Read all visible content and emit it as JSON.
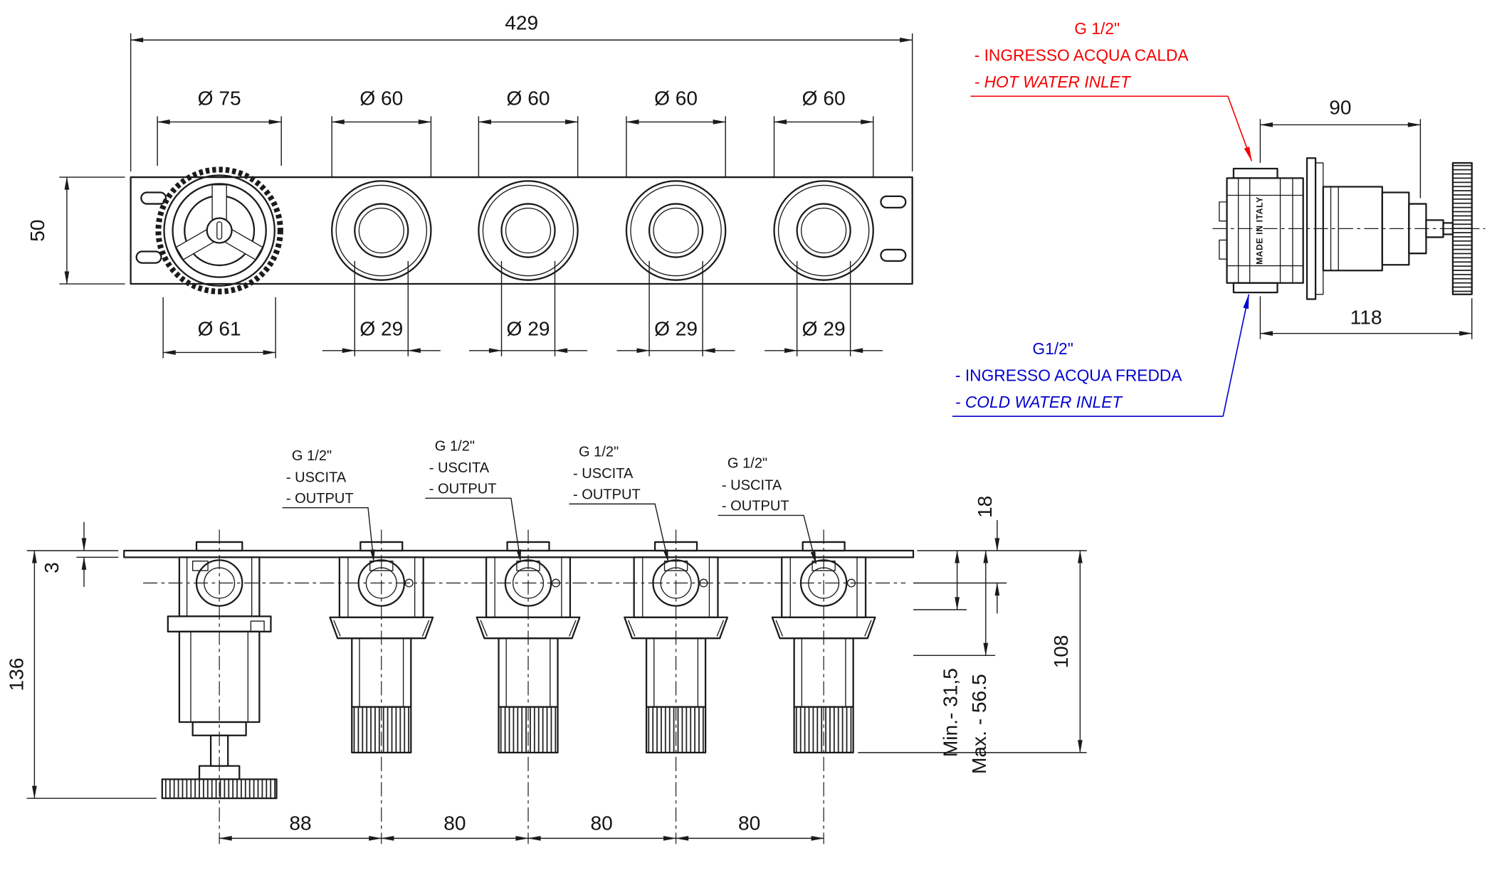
{
  "drawing": {
    "type": "technical-drawing-thermostatic-valve"
  },
  "colors": {
    "line": "#1b1b1b",
    "hot_inlet": "#f40000",
    "cold_inlet": "#0202cc"
  },
  "front_view": {
    "dim_total_width": "429",
    "dim_plate_height": "50",
    "dim_knob_large": "Ø 75",
    "dim_knob_small": "Ø 60",
    "dim_base_large": "Ø 61",
    "dim_stem_small": "Ø 29"
  },
  "side_view": {
    "dim_body_depth": "90",
    "dim_total_depth": "118",
    "made_in": "MADE IN ITALY",
    "hot_inlet": {
      "thread": "G 1/2\"",
      "label_it": "- INGRESSO ACQUA CALDA",
      "label_en": "- HOT WATER INLET"
    },
    "cold_inlet": {
      "thread": "G1/2\"",
      "label_it": "- INGRESSO ACQUA FREDDA",
      "label_en": "- COLD WATER INLET"
    }
  },
  "section_view": {
    "output": {
      "thread": "G 1/2\"",
      "label_it": "- USCITA",
      "label_en": "- OUTPUT"
    },
    "dim_plate_thickness": "3",
    "dim_total_height": "136",
    "dim_port_offset": "18",
    "dim_body_height": "108",
    "dim_min_depth": "Min.- 31,5",
    "dim_max_depth": "Max. - 56.5",
    "dim_spacing_first": "88",
    "dim_spacing": "80"
  }
}
